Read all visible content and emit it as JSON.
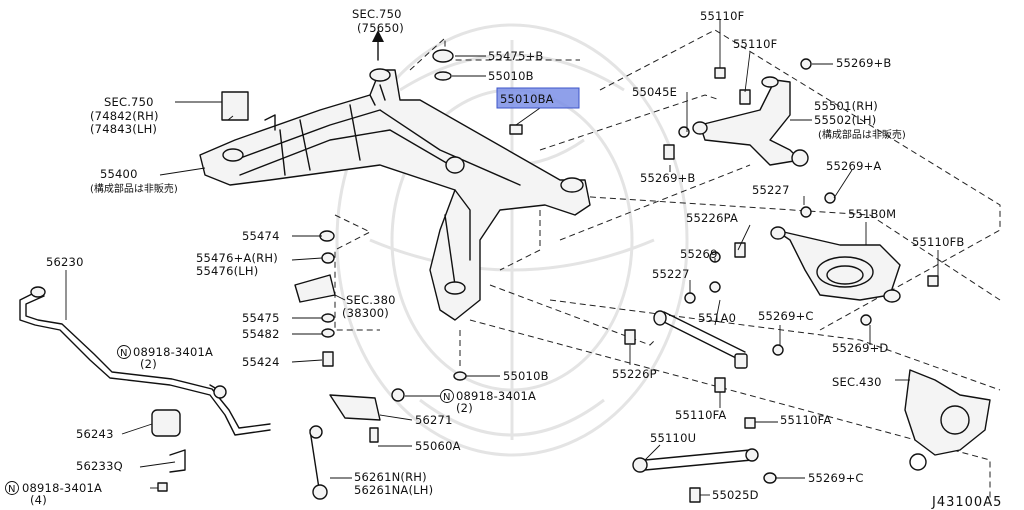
{
  "labels": {
    "sec750_top": "SEC.750",
    "sec750_top_sub": "(75650)",
    "p55475b": "55475+B",
    "p55010b_top": "55010B",
    "p55010ba": "55010BA",
    "p55110f_a": "55110F",
    "p55110f_b": "55110F",
    "p55269b_top": "55269+B",
    "p55045e": "55045E",
    "p55501": "55501(RH)",
    "p55502": "55502(LH)",
    "note_55501": "(構成部品は非販売)",
    "p55269b_mid": "55269+B",
    "p55269a": "55269+A",
    "p55227_a": "55227",
    "p551b0m": "551B0M",
    "p55226pa": "55226PA",
    "p55110fb": "55110FB",
    "p55269_mid": "55269",
    "p55227_b": "55227",
    "p551a0": "551A0",
    "p55269c_a": "55269+C",
    "p55269d": "55269+D",
    "p55226p": "55226P",
    "sec430": "SEC.430",
    "p55110fa_a": "55110FA",
    "p55110fa_b": "55110FA",
    "p55110u": "55110U",
    "p55269c_b": "55269+C",
    "p55025d": "55025D",
    "sec750_left": "SEC.750",
    "sec750_left_rh": "(74842(RH)",
    "sec750_left_lh": "(74843(LH)",
    "p55400": "55400",
    "note_55400": "(構成部品は非販売)",
    "p55474": "55474",
    "p55476a_rh": "55476+A(RH)",
    "p55476_lh": "55476(LH)",
    "sec380": "SEC.380",
    "sec380_sub": "(38300)",
    "p55475": "55475",
    "p55482": "55482",
    "p55424": "55424",
    "p55010b_bot": "55010B",
    "p56230": "56230",
    "n08918_a": "08918-3401A",
    "n08918_a_qty": "(2)",
    "n08918_b": "08918-3401A",
    "n08918_b_qty": "(2)",
    "n08918_c": "08918-3401A",
    "n08918_c_qty": "(4)",
    "p56271": "56271",
    "p56243": "56243",
    "p55060a": "55060A",
    "p56233q": "56233Q",
    "p56261n": "56261N(RH)",
    "p56261na": "56261NA(LH)",
    "diagram_code": "J43100A5"
  },
  "colors": {
    "line": "#111111",
    "highlight": "#7b8fe6",
    "watermark": "#e4e4e4"
  }
}
